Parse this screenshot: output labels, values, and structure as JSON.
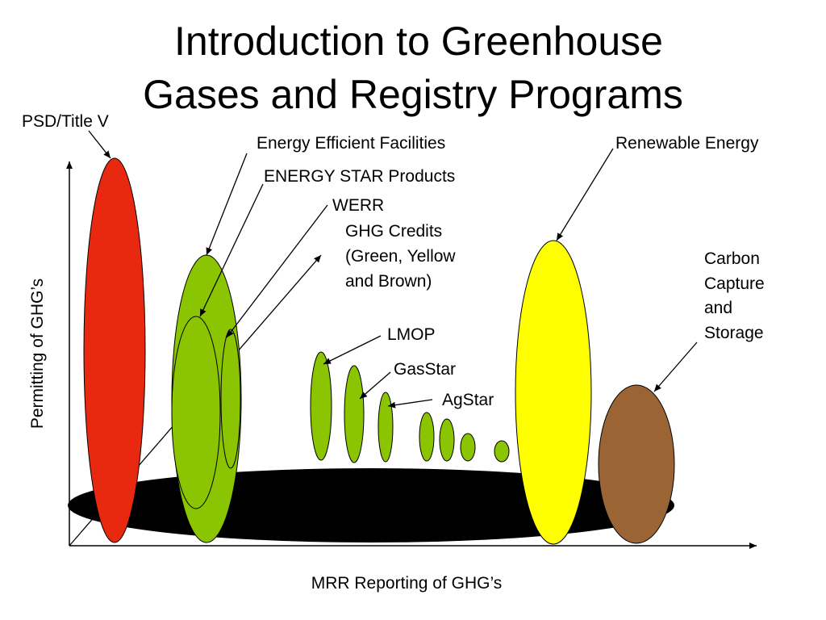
{
  "title": {
    "line1": "Introduction to Greenhouse",
    "line2": "Gases and Registry Programs"
  },
  "axes": {
    "y_label": "Permitting of GHG’s",
    "x_label": "MRR Reporting of GHG’s"
  },
  "labels": {
    "psd": "PSD/Title V",
    "energy_efficient": "Energy Efficient Facilities",
    "energy_star": "ENERGY STAR Products",
    "werr": "WERR",
    "ghg_credits": [
      "GHG Credits",
      "(Green, Yellow",
      "and Brown)"
    ],
    "lmop": "LMOP",
    "gasstar": "GasStar",
    "agstar": "AgStar",
    "renewable": "Renewable Energy",
    "ccs": [
      "Carbon",
      "Capture",
      "and",
      "Storage"
    ]
  },
  "colors": {
    "psd": "#e8280f",
    "programs": "#8bc400",
    "renewable": "#ffff00",
    "ccs": "#9a6434",
    "reporting_base": "#000000"
  }
}
